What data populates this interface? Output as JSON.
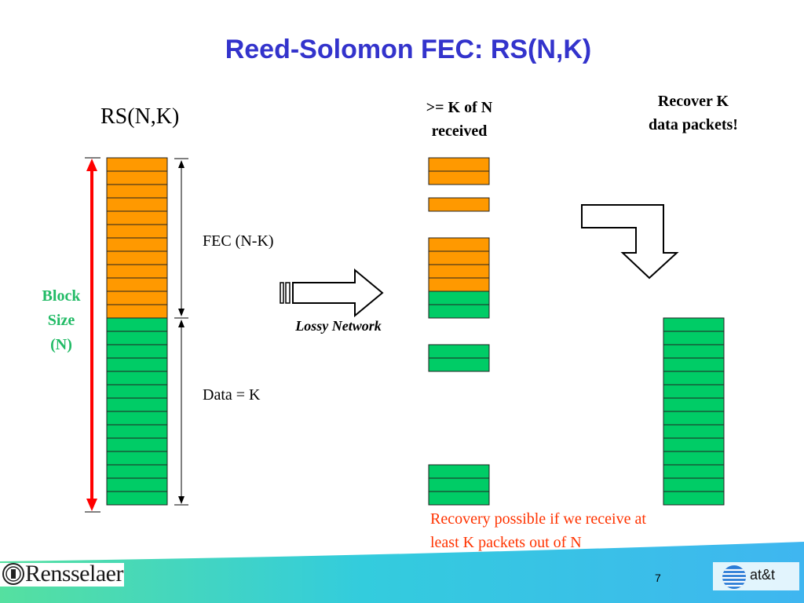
{
  "title": "Reed-Solomon FEC: RS(N,K)",
  "rs_label": "RS(N,K)",
  "received_label": [
    ">= K of N",
    "received"
  ],
  "recover_label": [
    "Recover K",
    "data packets!"
  ],
  "fec_label": "FEC (N-K)",
  "data_label": "Data = K",
  "block_size_label": [
    "Block",
    "Size",
    "(N)"
  ],
  "network_label": "Lossy Network",
  "recovery_note": [
    "Recovery possible if we receive at",
    "least K packets out of N"
  ],
  "footer": {
    "institution": "Rensselaer",
    "page_number": "7",
    "company": "at&t"
  },
  "colors": {
    "fec": "#ff9900",
    "data": "#00cc66",
    "title": "#3333cc",
    "block_size": "#22bb66",
    "note": "#ff3300",
    "block_arrow": "#ff0000",
    "footer_band": "#33ccdd"
  },
  "blocks": {
    "source": {
      "fec": 12,
      "data": 14
    },
    "received": [
      "fec",
      "fec",
      "lost",
      "fec",
      "lost",
      "lost",
      "fec",
      "fec",
      "fec",
      "fec",
      "data",
      "data",
      "lost",
      "lost",
      "data",
      "data",
      "lost",
      "lost",
      "lost",
      "lost",
      "lost",
      "lost",
      "lost",
      "data",
      "data",
      "data"
    ],
    "recovered": {
      "data": 14
    }
  }
}
